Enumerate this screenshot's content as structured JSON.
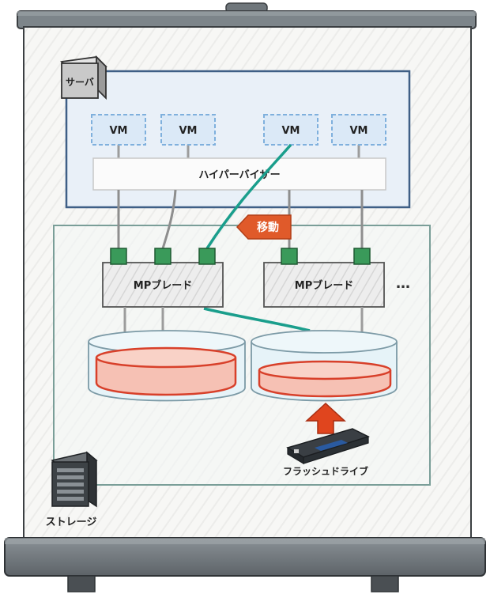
{
  "server": {
    "label": "サーバ"
  },
  "vms": [
    {
      "label": "VM"
    },
    {
      "label": "VM"
    },
    {
      "label": "VM"
    },
    {
      "label": "VM"
    }
  ],
  "hypervisor": {
    "label": "ハイパーバイザー"
  },
  "migration": {
    "label": "移動"
  },
  "blades": [
    {
      "label": "MPブレード"
    },
    {
      "label": "MPブレード"
    }
  ],
  "more": {
    "label": "…"
  },
  "flash_drive": {
    "label": "フラッシュドライブ"
  },
  "storage": {
    "label": "ストレージ"
  },
  "colors": {
    "teal_link": "#1a9e8c",
    "migration_badge": "#e05a2a",
    "drive_arrow": "#e0451e",
    "pool_fill": "#f6c1b4",
    "pool_stroke": "#d8402a",
    "port": "#3a9a5a",
    "server_border": "#3f5f86",
    "storage_border": "#7a9e98"
  }
}
